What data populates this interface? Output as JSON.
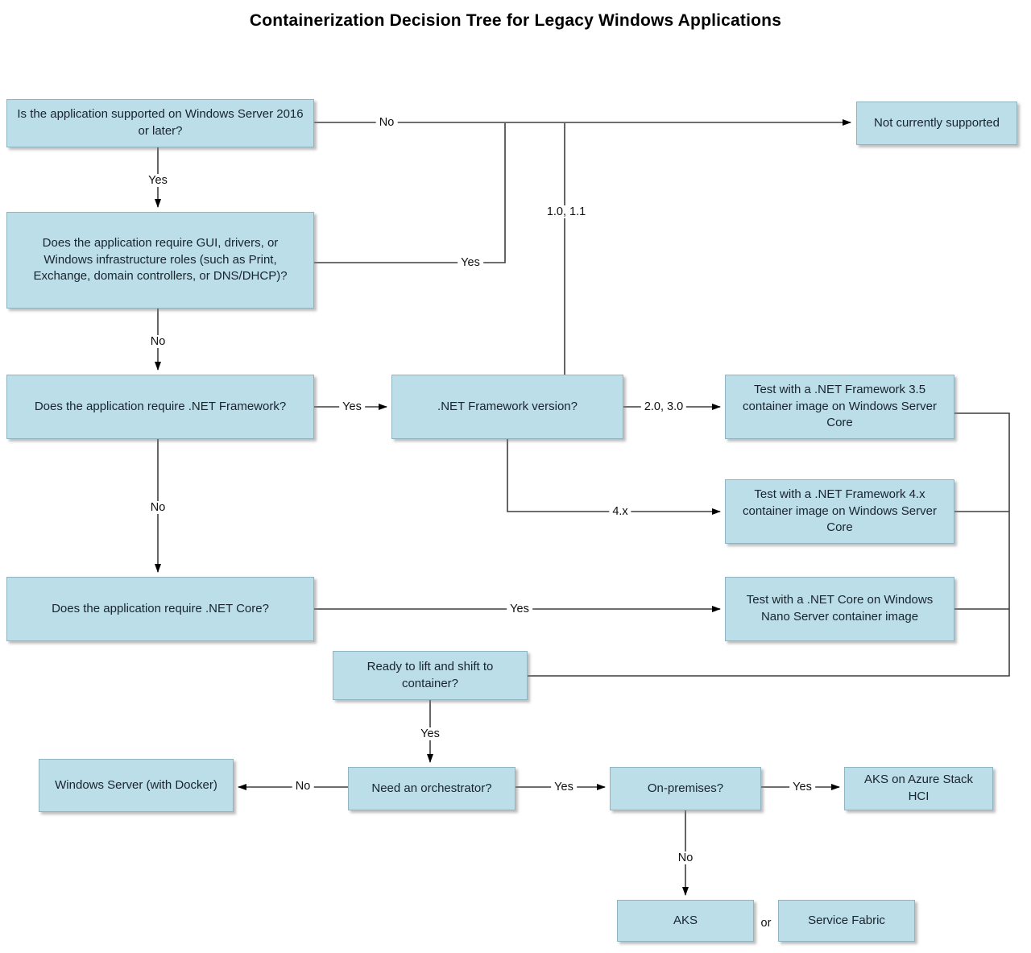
{
  "title": "Containerization Decision Tree for Legacy Windows Applications",
  "colors": {
    "node_fill": "#BCDEE8",
    "node_border": "#8FB5C2",
    "line": "#3F3F3F",
    "arrow": "#000000",
    "node_text": "#18242F",
    "label_text": "#101010"
  },
  "nodes": {
    "q_supported": {
      "label": "Is the application supported on Windows Server 2016 or later?"
    },
    "not_supported": {
      "label": "Not currently supported"
    },
    "q_gui": {
      "label": "Does the application require GUI, drivers, or Windows infrastructure roles (such as Print, Exchange, domain controllers, or DNS/DHCP)?"
    },
    "q_netfx": {
      "label": "Does the application require .NET Framework?"
    },
    "q_netfx_version": {
      "label": ".NET Framework version?"
    },
    "test_35": {
      "label": "Test with a .NET Framework 3.5 container image on Windows Server Core"
    },
    "test_4x": {
      "label": "Test with a .NET Framework 4.x container image on Windows Server Core"
    },
    "q_netcore": {
      "label": "Does the application require .NET Core?"
    },
    "test_nano": {
      "label": "Test with a .NET Core on Windows Nano Server container image"
    },
    "ready": {
      "label": "Ready to lift and shift to container?"
    },
    "q_orchestrator": {
      "label": "Need an orchestrator?"
    },
    "win_docker": {
      "label": "Windows Server (with Docker)"
    },
    "q_onprem": {
      "label": "On-premises?"
    },
    "aks_hci": {
      "label": "AKS on Azure Stack HCI"
    },
    "aks": {
      "label": "AKS"
    },
    "service_fabric": {
      "label": "Service Fabric"
    }
  },
  "labels": {
    "not_supported_no": "No",
    "supported_yes": "Yes",
    "gui_yes": "Yes",
    "gui_no": "No",
    "netfx_yes": "Yes",
    "version_10_11": "1.0, 1.1",
    "version_20_30": "2.0, 3.0",
    "version_4x": "4.x",
    "netfx_no": "No",
    "netcore_yes": "Yes",
    "ready_yes": "Yes",
    "orchestrator_no": "No",
    "orchestrator_yes": "Yes",
    "onprem_yes": "Yes",
    "onprem_no": "No",
    "or_text": "or"
  }
}
